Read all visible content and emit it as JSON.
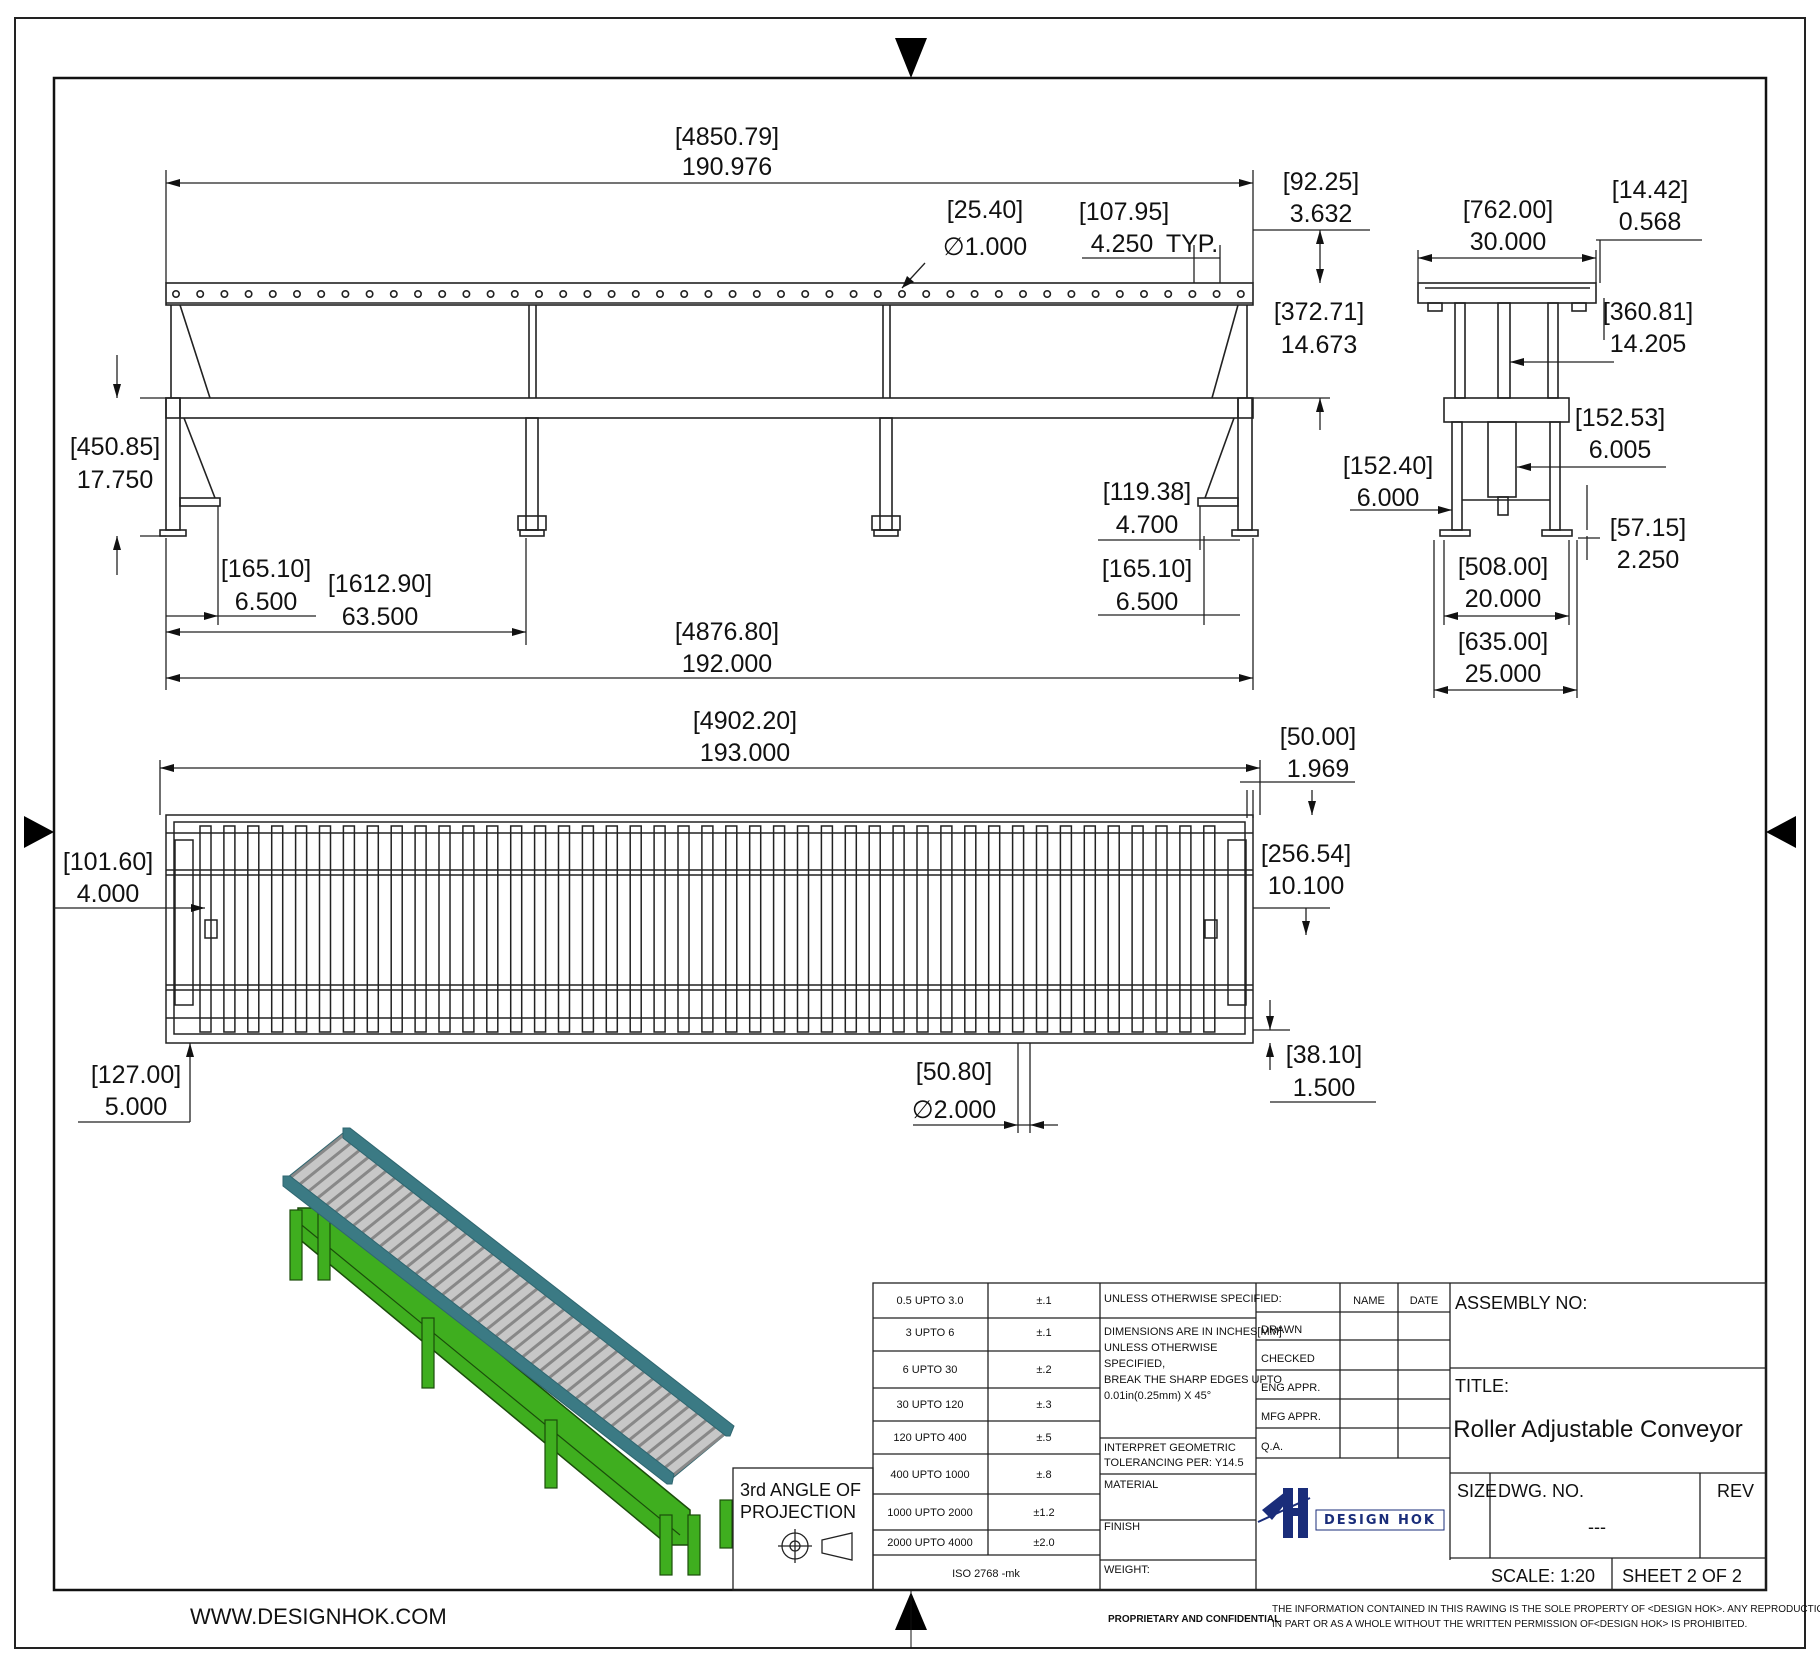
{
  "dims": {
    "overall_top": [
      "[4850.79]",
      "190.976"
    ],
    "roller_dia": [
      "[25.40]",
      "∅1.000"
    ],
    "pitch": [
      "[107.95]",
      "4.250"
    ],
    "pitch_typ": "TYP.",
    "top_offset": [
      "[92.25]",
      "3.632"
    ],
    "frame_h": [
      "[372.71]",
      "14.673"
    ],
    "leg_h": [
      "[450.85]",
      "17.750"
    ],
    "foot_off_l": [
      "[165.10]",
      "6.500"
    ],
    "leg_spacing": [
      "[1612.90]",
      "63.500"
    ],
    "foot_w": [
      "[119.38]",
      "4.700"
    ],
    "foot_off_r": [
      "[165.10]",
      "6.500"
    ],
    "overall_bottom": [
      "[4876.80]",
      "192.000"
    ],
    "side_width": [
      "[762.00]",
      "30.000"
    ],
    "side_top": [
      "[14.42]",
      "0.568"
    ],
    "side_frame": [
      "[360.81]",
      "14.205"
    ],
    "side_leg": [
      "[152.53]",
      "6.005"
    ],
    "side_base": [
      "[152.40]",
      "6.000"
    ],
    "side_foot": [
      "[57.15]",
      "2.250"
    ],
    "side_inner": [
      "[508.00]",
      "20.000"
    ],
    "side_outer": [
      "[635.00]",
      "25.000"
    ],
    "plan_length": [
      "[4902.20]",
      "193.000"
    ],
    "plan_end": [
      "[50.00]",
      "1.969"
    ],
    "plan_side": [
      "[101.60]",
      "4.000"
    ],
    "plan_mid": [
      "[256.54]",
      "10.100"
    ],
    "plan_left": [
      "[127.00]",
      "5.000"
    ],
    "plan_roller": [
      "[50.80]",
      "∅2.000"
    ],
    "plan_bottom": [
      "[38.10]",
      "1.500"
    ]
  },
  "projection": {
    "line1": "3rd ANGLE OF",
    "line2": "PROJECTION"
  },
  "tolerances": [
    {
      "range": "0.5 UPTO 3.0",
      "tol": "±.1"
    },
    {
      "range": "3 UPTO 6",
      "tol": "±.1"
    },
    {
      "range": "6 UPTO 30",
      "tol": "±.2"
    },
    {
      "range": "30 UPTO 120",
      "tol": "±.3"
    },
    {
      "range": "120 UPTO 400",
      "tol": "±.5"
    },
    {
      "range": "400 UPTO 1000",
      "tol": "±.8"
    },
    {
      "range": "1000 UPTO 2000",
      "tol": "±1.2"
    },
    {
      "range": "2000 UPTO 4000",
      "tol": "±2.0"
    }
  ],
  "iso": "ISO 2768 -mk",
  "notes": {
    "header": "UNLESS OTHERWISE SPECIFIED:",
    "lines": [
      "DIMENSIONS ARE IN INCHES[MM]",
      "UNLESS OTHERWISE",
      "SPECIFIED,",
      "BREAK THE SHARP EDGES UPTO",
      "0.01in(0.25mm) X 45°"
    ],
    "interpret1": "INTERPRET GEOMETRIC",
    "interpret2": "TOLERANCING PER: Y14.5",
    "material": "MATERIAL",
    "finish": "FINISH",
    "weight": "WEIGHT:"
  },
  "approvals": {
    "name": "NAME",
    "date": "DATE",
    "rows": [
      "DRAWN",
      "CHECKED",
      "ENG APPR.",
      "MFG APPR.",
      "Q.A."
    ]
  },
  "logo": {
    "brand": "DESIGN HOK"
  },
  "title_block": {
    "assembly_label": "ASSEMBLY NO:",
    "title_label": "TITLE:",
    "title": "Roller Adjustable Conveyor",
    "size_label": "SIZE",
    "dwg_label": "DWG.  NO.",
    "dwg_no": "---",
    "rev_label": "REV",
    "scale": "SCALE: 1:20",
    "sheet": "SHEET 2 OF 2"
  },
  "footer": {
    "website": "WWW.DESIGNHOK.COM",
    "proprietary": "PROPRIETARY AND CONFIDENTIAL",
    "notice1": "THE INFORMATION CONTAINED IN THIS RAWING IS THE SOLE PROPERTY OF <DESIGN HOK>.  ANY REPRODUCTION",
    "notice2": "IN PART OR AS A WHOLE WITHOUT THE WRITTEN PERMISSION OF<DESIGN HOK> IS PROHIBITED."
  },
  "colors": {
    "frame_green": "#3fae1f",
    "roller_grey": "#b8b8b8",
    "conveyor_teal": "#3b7a84",
    "logo_blue": "#1a2d7a"
  }
}
